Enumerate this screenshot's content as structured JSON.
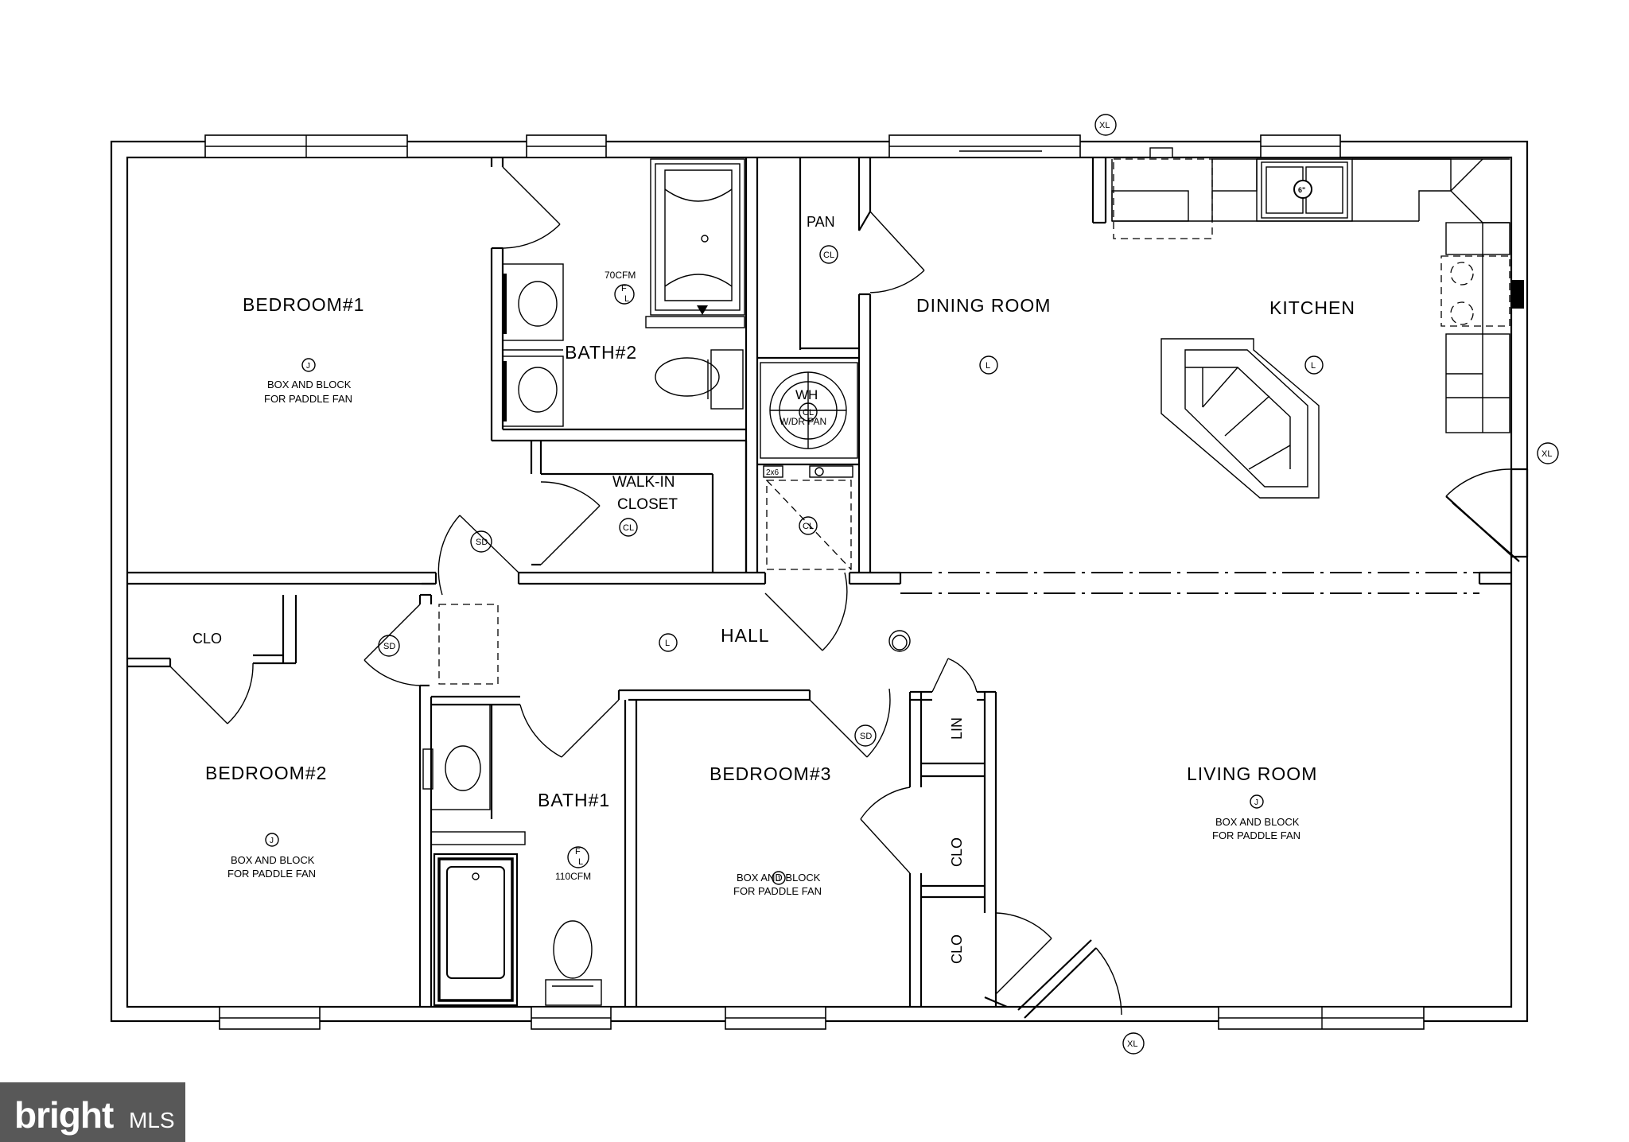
{
  "rooms": {
    "bedroom1": "BEDROOM#1",
    "bath2": "BATH#2",
    "pan": "PAN",
    "dining": "DINING ROOM",
    "kitchen": "KITCHEN",
    "walkin_line1": "WALK-IN",
    "walkin_line2": "CLOSET",
    "hall": "HALL",
    "clo_bed2": "CLO",
    "bedroom2": "BEDROOM#2",
    "bath1": "BATH#1",
    "bedroom3": "BEDROOM#3",
    "lin": "LIN",
    "clo_mid": "CLO",
    "clo_low": "CLO",
    "living": "LIVING ROOM"
  },
  "notes": {
    "fan_line1": "BOX AND BLOCK",
    "fan_line2": "FOR PADDLE FAN",
    "cfm70": "70CFM",
    "cfm110": "110CFM",
    "wh": "WH",
    "wh_pan": "W/DR PAN",
    "two_by_six": "2x6",
    "six_inch": "6\""
  },
  "symbols": {
    "light": "L",
    "closet_light": "CL",
    "junction": "J",
    "smoke": "SD",
    "exterior": "XL",
    "fan_f": "F",
    "fan_l": "L"
  },
  "watermark": {
    "brand": "bright",
    "mls": "MLS"
  }
}
